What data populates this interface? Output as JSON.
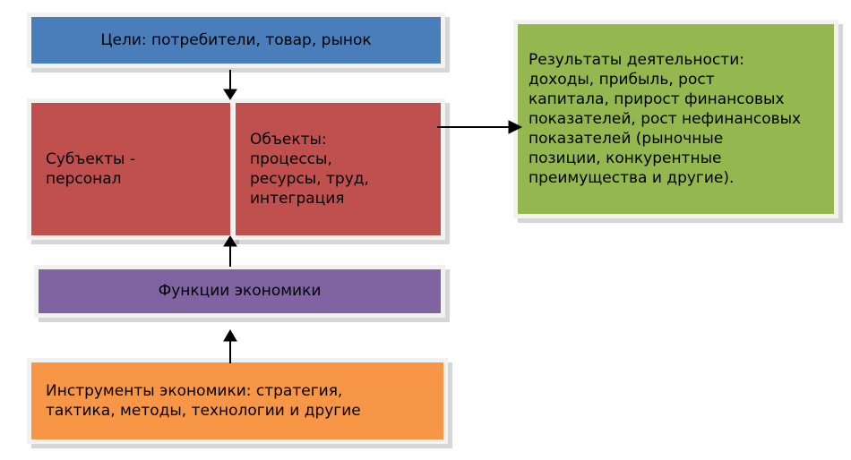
{
  "diagram": {
    "title": "",
    "nodes": {
      "goals": {
        "label": "Цели: потребители, товар, рынок",
        "color": "#4a7ebb"
      },
      "subjects": {
        "label": "Субъекты -\nперсонал",
        "color": "#c0504d"
      },
      "objects": {
        "label": "Объекты:\nпроцессы,\nресурсы, труд,\nинтеграция",
        "color": "#c0504d"
      },
      "results": {
        "label": "Результаты деятельности:\nдоходы,  прибыль, рост\nкапитала, прирост финансовых\nпоказателей, рост нефинансовых\nпоказателей (рыночные\nпозиции, конкурентные\nпреимущества и другие).",
        "color": "#94b750"
      },
      "functions": {
        "label": "Функции экономики",
        "color": "#8064a2"
      },
      "tools": {
        "label": "Инструменты экономики: стратегия,\nтактика, методы, технологии и другие",
        "color": "#f79646"
      }
    },
    "connectors": [
      {
        "name": "goals-to-objects",
        "direction": "down"
      },
      {
        "name": "objects-to-results",
        "direction": "right"
      },
      {
        "name": "functions-to-subjects",
        "direction": "up"
      },
      {
        "name": "tools-to-functions",
        "direction": "up"
      }
    ]
  }
}
